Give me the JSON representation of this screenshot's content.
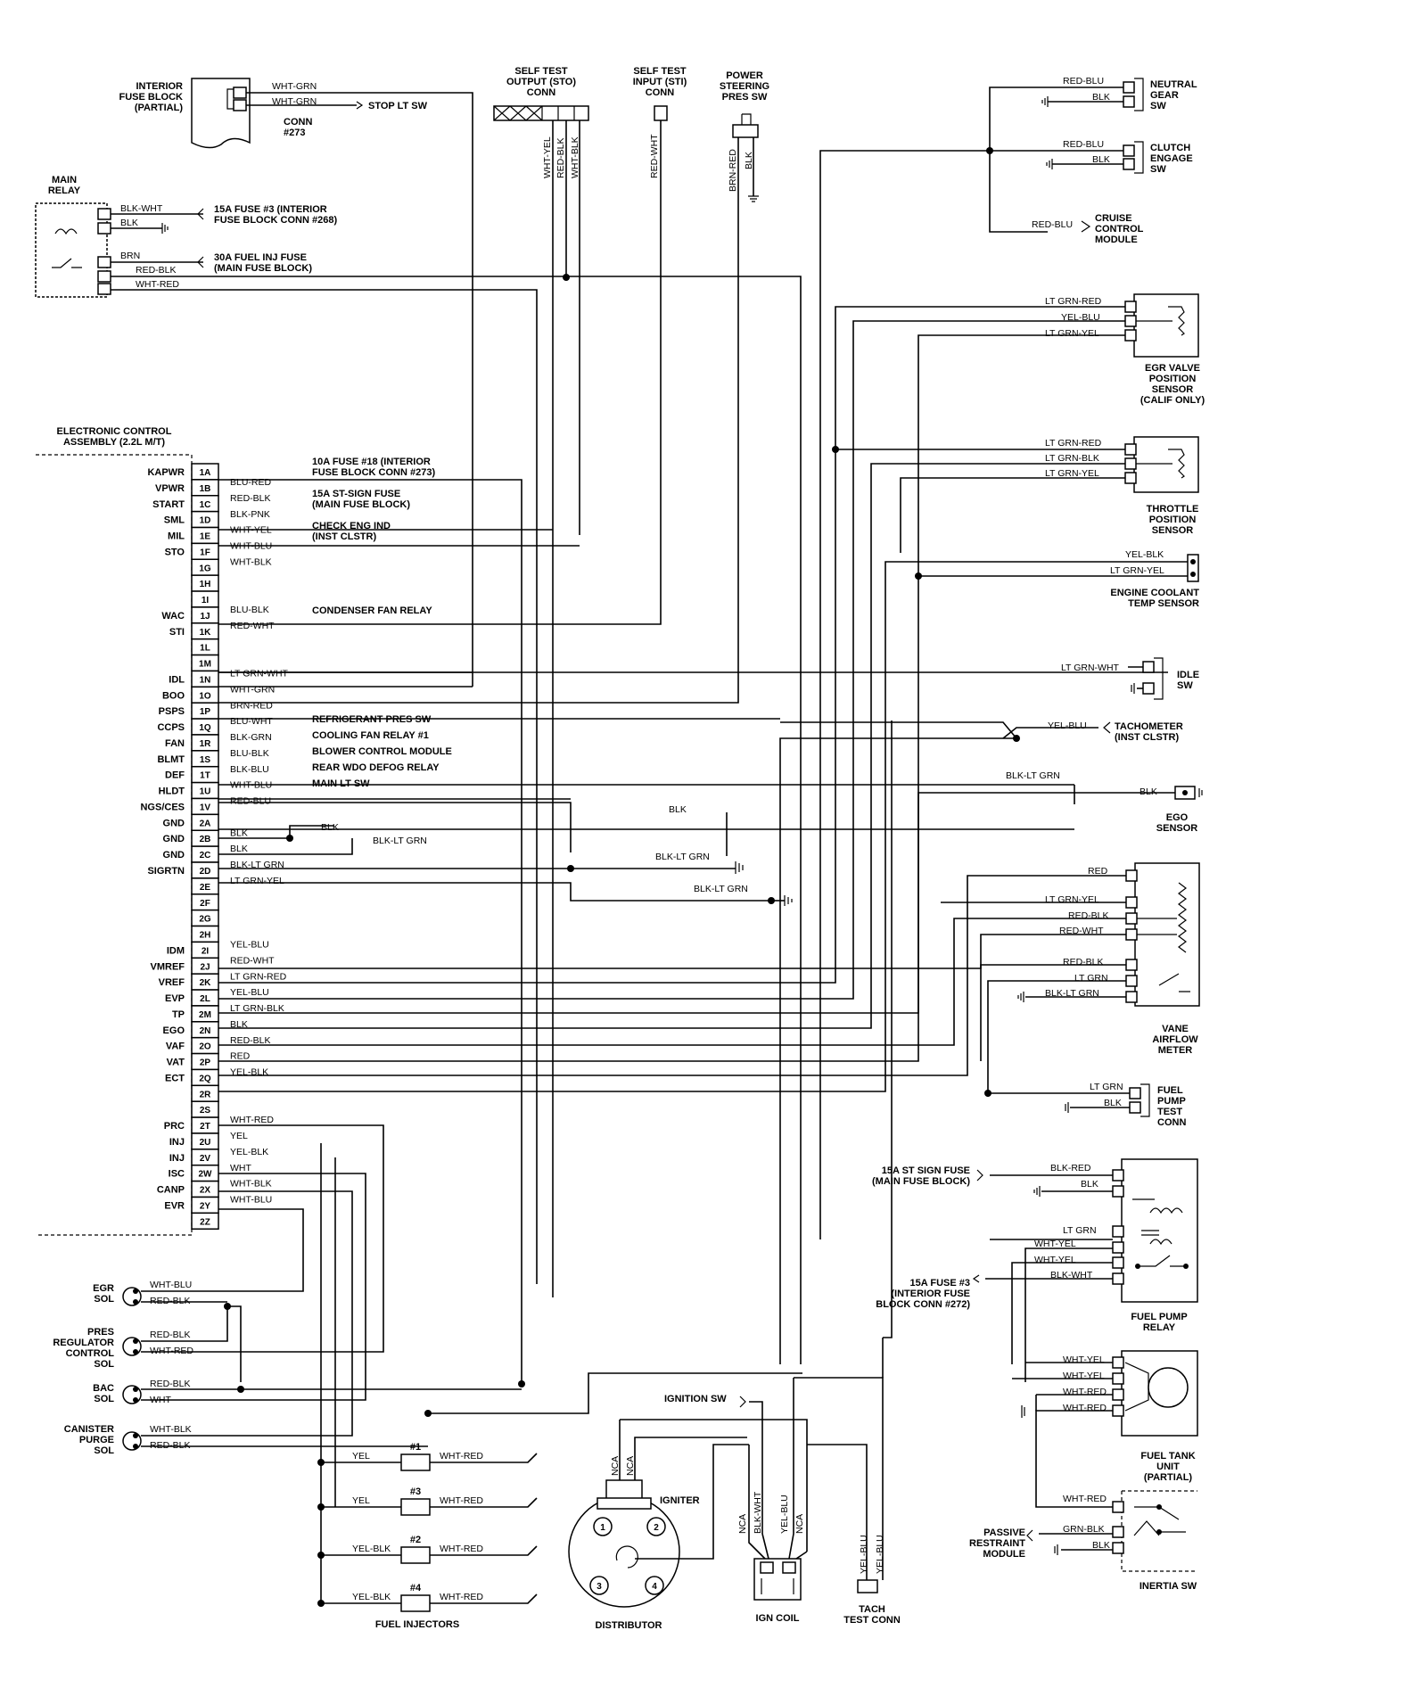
{
  "top": {
    "interior_fuse_block": [
      "INTERIOR",
      "FUSE BLOCK",
      "(PARTIAL)"
    ],
    "ifb_wires": [
      "WHT-GRN",
      "WHT-GRN"
    ],
    "stop_lt_sw": "STOP LT SW",
    "conn273": [
      "CONN",
      "#273"
    ],
    "sto_conn": [
      "SELF TEST",
      "OUTPUT (STO)",
      "CONN"
    ],
    "sti_conn": [
      "SELF TEST",
      "INPUT (STI)",
      "CONN"
    ],
    "pwr_steer": [
      "POWER",
      "STEERING",
      "PRES SW"
    ],
    "sto_wires": [
      "WHT-YEL",
      "RED-BLK",
      "WHT-BLK"
    ],
    "sti_wire": "RED-WHT",
    "ps_wires": [
      "BRN-RED",
      "BLK"
    ]
  },
  "main_relay": {
    "title": [
      "MAIN",
      "RELAY"
    ],
    "wires": [
      "BLK-WHT",
      "BLK",
      "BRN",
      "RED-BLK",
      "WHT-RED"
    ],
    "fuse1": [
      "15A FUSE #3 (INTERIOR",
      "FUSE BLOCK CONN #268)"
    ],
    "fuse2": [
      "30A FUEL INJ FUSE",
      "(MAIN FUSE BLOCK)"
    ]
  },
  "ecu": {
    "title": [
      "ELECTRONIC CONTROL",
      "ASSEMBLY (2.2L M/T)"
    ],
    "pins": [
      {
        "pin": "1A",
        "name": "KAPWR",
        "wire": "BLU-RED"
      },
      {
        "pin": "1B",
        "name": "VPWR",
        "wire": "RED-BLK"
      },
      {
        "pin": "1C",
        "name": "START",
        "wire": "BLK-PNK"
      },
      {
        "pin": "1D",
        "name": "SML",
        "wire": "WHT-YEL"
      },
      {
        "pin": "1E",
        "name": "MIL",
        "wire": "WHT-BLU"
      },
      {
        "pin": "1F",
        "name": "STO",
        "wire": "WHT-BLK"
      },
      {
        "pin": "1G",
        "name": "",
        "wire": ""
      },
      {
        "pin": "1H",
        "name": "",
        "wire": ""
      },
      {
        "pin": "1I",
        "name": "",
        "wire": "BLU-BLK"
      },
      {
        "pin": "1J",
        "name": "WAC",
        "wire": "RED-WHT"
      },
      {
        "pin": "1K",
        "name": "STI",
        "wire": ""
      },
      {
        "pin": "1L",
        "name": "",
        "wire": ""
      },
      {
        "pin": "1M",
        "name": "",
        "wire": "LT GRN-WHT"
      },
      {
        "pin": "1N",
        "name": "IDL",
        "wire": "WHT-GRN"
      },
      {
        "pin": "1O",
        "name": "BOO",
        "wire": "BRN-RED"
      },
      {
        "pin": "1P",
        "name": "PSPS",
        "wire": "BLU-WHT"
      },
      {
        "pin": "1Q",
        "name": "CCPS",
        "wire": "BLK-GRN"
      },
      {
        "pin": "1R",
        "name": "FAN",
        "wire": "BLU-BLK"
      },
      {
        "pin": "1S",
        "name": "BLMT",
        "wire": "BLK-BLU"
      },
      {
        "pin": "1T",
        "name": "DEF",
        "wire": "WHT-BLU"
      },
      {
        "pin": "1U",
        "name": "HLDT",
        "wire": "RED-BLU"
      },
      {
        "pin": "1V",
        "name": "NGS/CES",
        "wire": ""
      },
      {
        "pin": "2A",
        "name": "GND",
        "wire": "BLK"
      },
      {
        "pin": "2B",
        "name": "GND",
        "wire": "BLK"
      },
      {
        "pin": "2C",
        "name": "GND",
        "wire": "BLK-LT GRN"
      },
      {
        "pin": "2D",
        "name": "SIGRTN",
        "wire": "LT GRN-YEL"
      },
      {
        "pin": "2E",
        "name": "",
        "wire": ""
      },
      {
        "pin": "2F",
        "name": "",
        "wire": ""
      },
      {
        "pin": "2G",
        "name": "",
        "wire": ""
      },
      {
        "pin": "2H",
        "name": "",
        "wire": "YEL-BLU"
      },
      {
        "pin": "2I",
        "name": "IDM",
        "wire": "RED-WHT"
      },
      {
        "pin": "2J",
        "name": "VMREF",
        "wire": "LT GRN-RED"
      },
      {
        "pin": "2K",
        "name": "VREF",
        "wire": "YEL-BLU"
      },
      {
        "pin": "2L",
        "name": "EVP",
        "wire": "LT GRN-BLK"
      },
      {
        "pin": "2M",
        "name": "TP",
        "wire": "BLK"
      },
      {
        "pin": "2N",
        "name": "EGO",
        "wire": "RED-BLK"
      },
      {
        "pin": "2O",
        "name": "VAF",
        "wire": "RED"
      },
      {
        "pin": "2P",
        "name": "VAT",
        "wire": "YEL-BLK"
      },
      {
        "pin": "2Q",
        "name": "ECT",
        "wire": ""
      },
      {
        "pin": "2R",
        "name": "",
        "wire": ""
      },
      {
        "pin": "2S",
        "name": "",
        "wire": "WHT-RED"
      },
      {
        "pin": "2T",
        "name": "PRC",
        "wire": "YEL"
      },
      {
        "pin": "2U",
        "name": "INJ",
        "wire": "YEL-BLK"
      },
      {
        "pin": "2V",
        "name": "INJ",
        "wire": "WHT"
      },
      {
        "pin": "2W",
        "name": "ISC",
        "wire": "WHT-BLK"
      },
      {
        "pin": "2X",
        "name": "CANP",
        "wire": "WHT-BLU"
      },
      {
        "pin": "2Y",
        "name": "EVR",
        "wire": ""
      },
      {
        "pin": "2Z",
        "name": "",
        "wire": ""
      }
    ],
    "dest": {
      "1A": [
        "10A FUSE #18 (INTERIOR",
        "FUSE BLOCK CONN #273)"
      ],
      "1C": [
        "15A ST-SIGN FUSE",
        "(MAIN FUSE BLOCK)"
      ],
      "1E": [
        "CHECK ENG IND",
        "(INST CLSTR)"
      ],
      "1I": "CONDENSER FAN RELAY",
      "1P": "REFRIGERANT PRES SW",
      "1Q": "COOLING FAN RELAY #1",
      "1R": "BLOWER CONTROL MODULE",
      "1S": "REAR WDO DEFOG RELAY",
      "1T": "MAIN LT SW"
    },
    "gnd_wires": [
      "BLK",
      "BLK-LT GRN",
      "BLK",
      "BLK-LT GRN",
      "BLK-LT GRN"
    ]
  },
  "right": {
    "neutral": [
      "NEUTRAL",
      "GEAR",
      "SW"
    ],
    "neutral_wires": [
      "RED-BLU",
      "BLK"
    ],
    "clutch": [
      "CLUTCH",
      "ENGAGE",
      "SW"
    ],
    "clutch_wires": [
      "RED-BLU",
      "BLK"
    ],
    "cruise": [
      "CRUISE",
      "CONTROL",
      "MODULE"
    ],
    "cruise_wire": "RED-BLU",
    "egr_valve": [
      "EGR VALVE",
      "POSITION",
      "SENSOR",
      "(CALIF ONLY)"
    ],
    "egr_wires": [
      "LT GRN-RED",
      "YEL-BLU",
      "LT GRN-YEL"
    ],
    "throttle": [
      "THROTTLE",
      "POSITION",
      "SENSOR"
    ],
    "tp_wires": [
      "LT GRN-RED",
      "LT GRN-BLK",
      "LT GRN-YEL"
    ],
    "coolant": [
      "ENGINE COOLANT",
      "TEMP SENSOR"
    ],
    "coolant_wires": [
      "YEL-BLK",
      "LT GRN-YEL"
    ],
    "idle": [
      "IDLE",
      "SW"
    ],
    "idle_wire": "LT GRN-WHT",
    "tach": [
      "TACHOMETER",
      "(INST CLSTR)"
    ],
    "tach_wire": "YEL-BLU",
    "ego": [
      "EGO",
      "SENSOR"
    ],
    "ego_wires": [
      "BLK-LT GRN",
      "BLK"
    ],
    "vane": [
      "VANE",
      "AIRFLOW",
      "METER"
    ],
    "vane_wires": [
      "RED",
      "LT GRN-YEL",
      "RED-BLK",
      "RED-WHT",
      "RED-BLK",
      "LT GRN",
      "BLK-LT GRN"
    ],
    "fptc": [
      "FUEL",
      "PUMP",
      "TEST",
      "CONN"
    ],
    "fptc_wires": [
      "LT GRN",
      "BLK"
    ],
    "st_sign": [
      "15A ST SIGN FUSE",
      "(MAIN FUSE BLOCK)"
    ],
    "fp_relay": [
      "FUEL PUMP",
      "RELAY"
    ],
    "fp_relay_wires": [
      "BLK-RED",
      "BLK",
      "LT GRN",
      "WHT-YEL",
      "WHT-YEL",
      "BLK-WHT"
    ],
    "fuse3": [
      "15A FUSE #3",
      "(INTERIOR FUSE",
      "BLOCK CONN #272)"
    ],
    "tank": [
      "FUEL TANK",
      "UNIT",
      "(PARTIAL)"
    ],
    "tank_wires": [
      "WHT-YEL",
      "WHT-YEL",
      "WHT-RED",
      "WHT-RED"
    ],
    "passive": [
      "PASSIVE",
      "RESTRAINT",
      "MODULE"
    ],
    "inertia": "INERTIA SW",
    "inertia_wires": [
      "WHT-RED",
      "GRN-BLK",
      "BLK"
    ]
  },
  "bottom": {
    "egr_sol": [
      "EGR",
      "SOL"
    ],
    "egr_sol_wires": [
      "WHT-BLU",
      "RED-BLK"
    ],
    "pres_reg": [
      "PRES",
      "REGULATOR",
      "CONTROL",
      "SOL"
    ],
    "pres_reg_wires": [
      "RED-BLK",
      "WHT-RED"
    ],
    "bac": [
      "BAC",
      "SOL"
    ],
    "bac_wires": [
      "RED-BLK",
      "WHT"
    ],
    "canister": [
      "CANISTER",
      "PURGE",
      "SOL"
    ],
    "canister_wires": [
      "WHT-BLK",
      "RED-BLK"
    ],
    "injectors": [
      {
        "num": "#1",
        "in": "YEL",
        "out": "WHT-RED"
      },
      {
        "num": "#3",
        "in": "YEL",
        "out": "WHT-RED"
      },
      {
        "num": "#2",
        "in": "YEL-BLK",
        "out": "WHT-RED"
      },
      {
        "num": "#4",
        "in": "YEL-BLK",
        "out": "WHT-RED"
      }
    ],
    "fuel_injectors": "FUEL INJECTORS",
    "ignition_sw": "IGNITION SW",
    "igniter": "IGNITER",
    "distributor": "DISTRIBUTOR",
    "dist_nums": [
      "1",
      "2",
      "3",
      "4"
    ],
    "nca": [
      "NCA",
      "NCA"
    ],
    "coil_wires": [
      "NCA",
      "BLK-WHT",
      "YEL-BLU",
      "NCA"
    ],
    "ign_coil": "IGN COIL",
    "tach_test": [
      "TACH",
      "TEST CONN"
    ],
    "tach_test_wires": [
      "YEL-BLU",
      "YEL-BLU"
    ]
  }
}
